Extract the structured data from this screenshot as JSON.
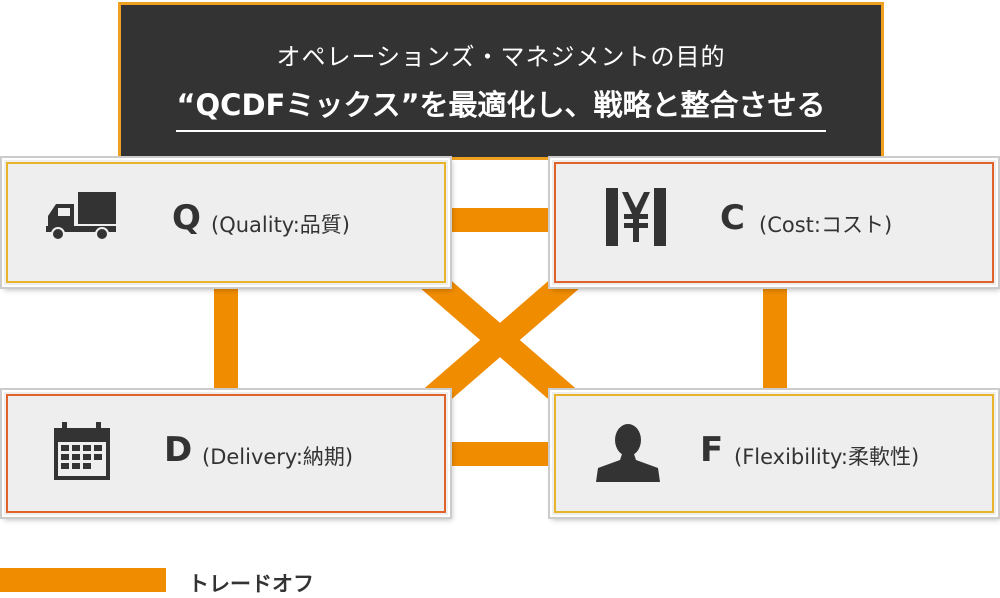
{
  "header": {
    "subtitle": "オペレーションズ・マネジメントの目的",
    "headline": "“QCDFミックス”を最適化し、戦略と整合させる"
  },
  "boxes": {
    "q": {
      "letter": "Q",
      "desc": "(Quality:品質)",
      "icon": "truck-icon"
    },
    "c": {
      "letter": "C",
      "desc": "(Cost:コスト)",
      "icon": "yen-icon"
    },
    "d": {
      "letter": "D",
      "desc": "(Delivery:納期)",
      "icon": "calendar-icon"
    },
    "f": {
      "letter": "F",
      "desc": "(Flexibility:柔軟性)",
      "icon": "person-icon"
    }
  },
  "legend": {
    "label": "トレードオフ"
  },
  "colors": {
    "connector": "#f08c00",
    "header_bg": "#333333",
    "border_yellow": "#e8b52a",
    "border_red": "#e2622b"
  }
}
